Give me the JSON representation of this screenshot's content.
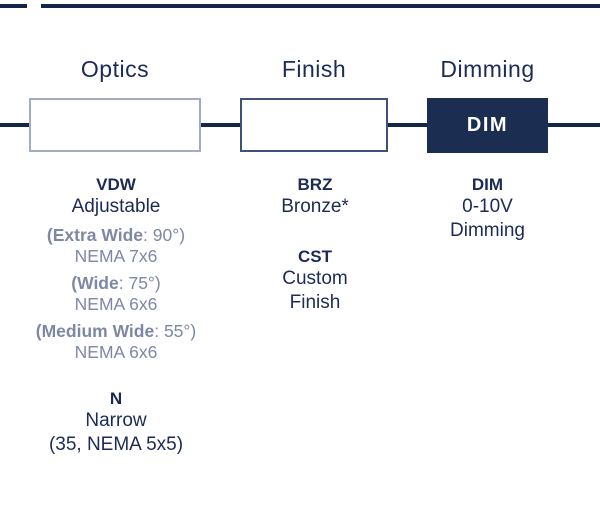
{
  "palette": {
    "navy_text": "#1b2b55",
    "flow_line": "#14254a",
    "dim_box_fill": "#1c2d52",
    "muted_gray_text": "#7e88a6",
    "optics_box_border": "#a2adc2",
    "finish_box_border": "#3e5278"
  },
  "headers": [
    {
      "label": "Optics"
    },
    {
      "label": "Finish"
    },
    {
      "label": "Dimming"
    }
  ],
  "boxes": {
    "optics_value": "",
    "finish_value": "",
    "dimming_value": "DIM"
  },
  "optics": {
    "code": "VDW",
    "name": "Adjustable",
    "variants": [
      {
        "bold": "(Extra Wide",
        "rest": ": 90°)",
        "nema": "NEMA 7x6"
      },
      {
        "bold": "(Wide",
        "rest": ": 75°)",
        "nema": "NEMA 6x6"
      },
      {
        "bold": "(Medium Wide",
        "rest": ": 55°)",
        "nema": "NEMA 6x6"
      }
    ],
    "code2": "N",
    "name2": "Narrow",
    "detail2": "(35, NEMA 5x5)"
  },
  "finish": {
    "options": [
      {
        "code": "BRZ",
        "lines": [
          "Bronze*"
        ]
      },
      {
        "code": "CST",
        "lines": [
          "Custom",
          "Finish"
        ]
      }
    ]
  },
  "dimming": {
    "code": "DIM",
    "lines": [
      "0-10V",
      "Dimming"
    ]
  }
}
